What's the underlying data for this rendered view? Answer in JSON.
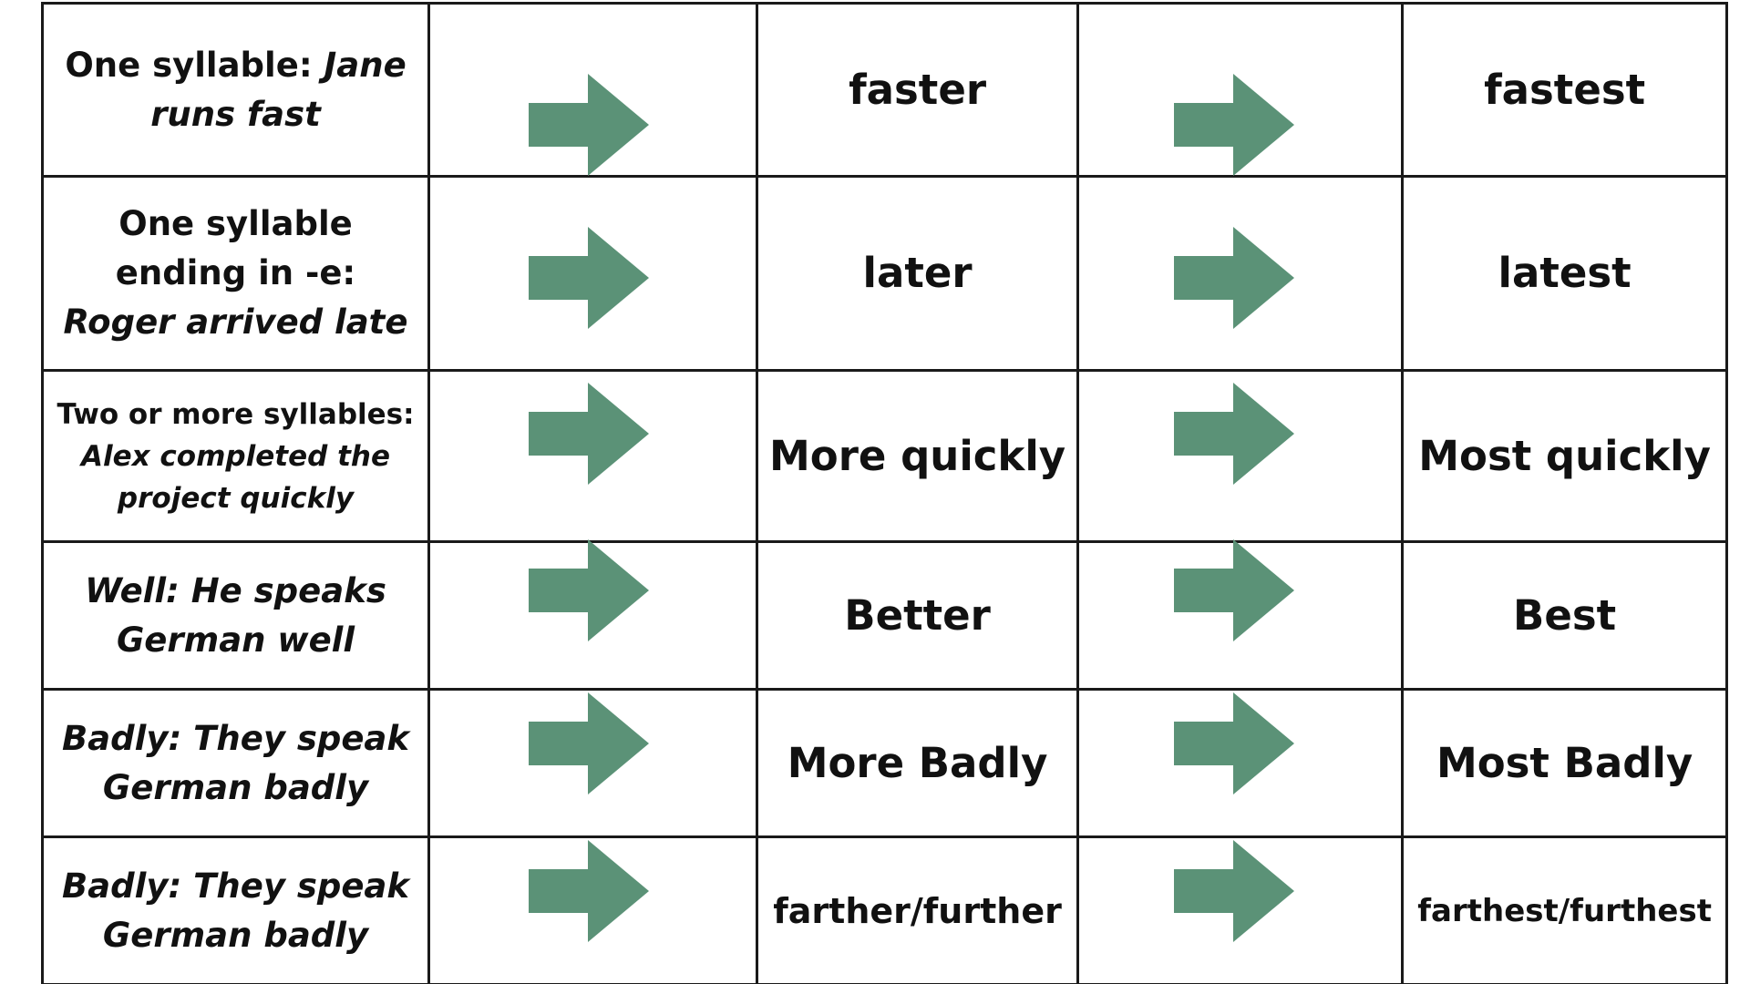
{
  "colors": {
    "arrow": "#5b9277",
    "border": "#1a1a1a",
    "text": "#111111",
    "background": "#ffffff"
  },
  "icons": {
    "arrow": "right-arrow-icon"
  },
  "rows": [
    {
      "rule_label": "One syllable:",
      "rule_example": "Jane runs fast",
      "comparative": "faster",
      "superlative": "fastest"
    },
    {
      "rule_label": "One syllable ending in -e:",
      "rule_example": "Roger arrived late",
      "comparative": "later",
      "superlative": "latest"
    },
    {
      "rule_label": "Two or more syllables:",
      "rule_example": "Alex completed the project quickly",
      "comparative": "More quickly",
      "superlative": "Most quickly"
    },
    {
      "rule_label": "Well:",
      "rule_example": "He speaks German well",
      "comparative": "Better",
      "superlative": "Best"
    },
    {
      "rule_label": "Badly:",
      "rule_example": "They speak German badly",
      "comparative": "More Badly",
      "superlative": "Most Badly"
    },
    {
      "rule_label": "Badly:",
      "rule_example": "They speak German badly",
      "comparative": "farther/further",
      "superlative": "farthest/furthest"
    }
  ]
}
